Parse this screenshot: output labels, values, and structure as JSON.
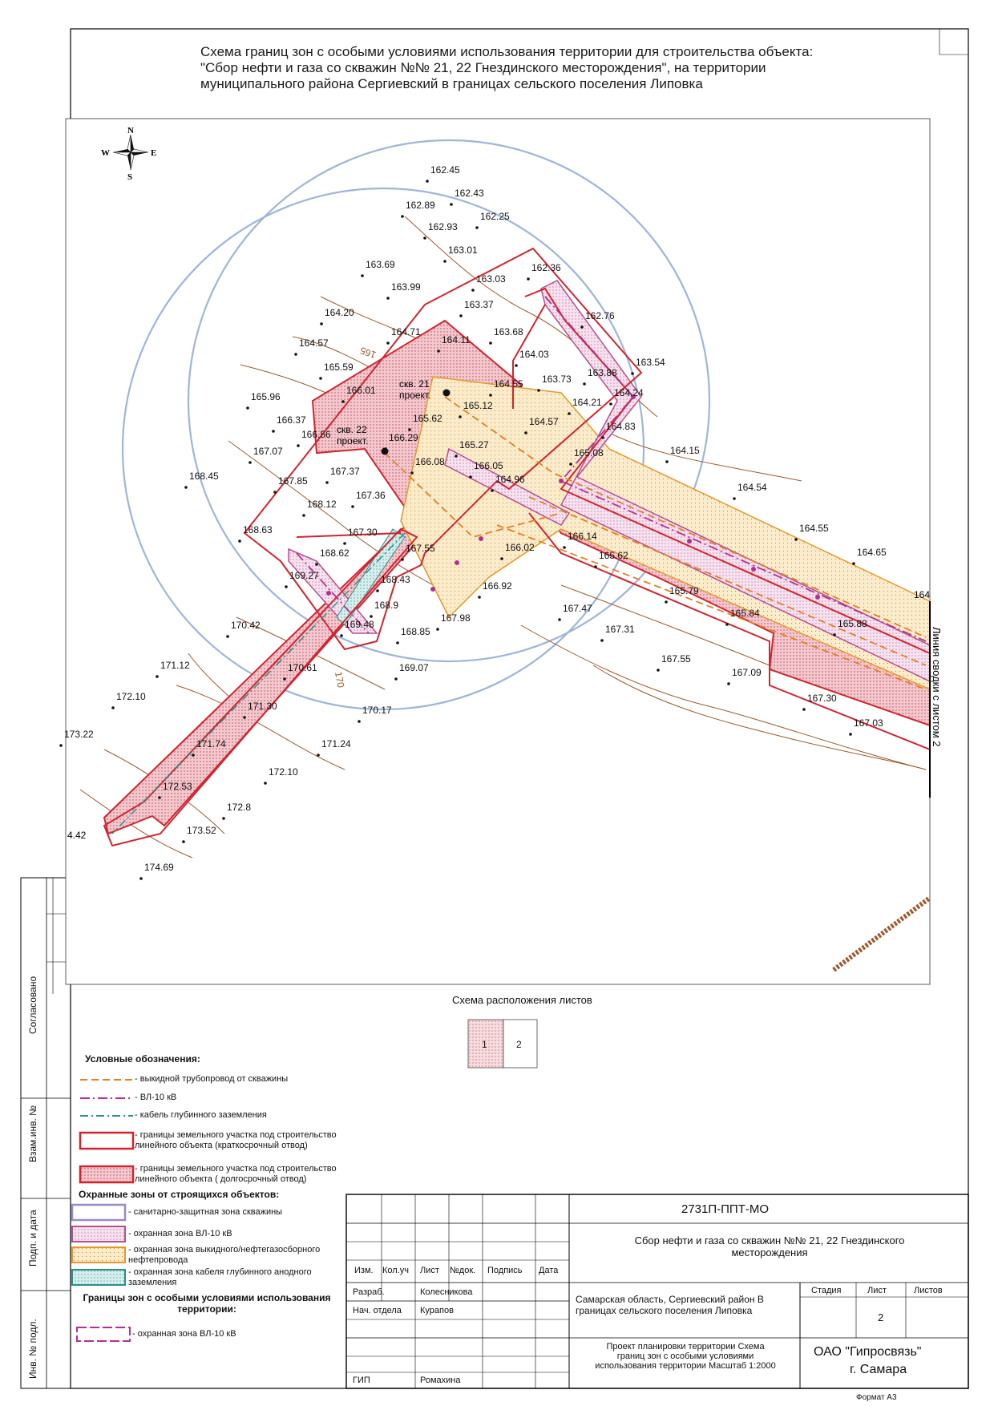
{
  "title": {
    "line1": "Схема границ зон с особыми условиями использования территории  для строительства объекта:",
    "line2": "\"Сбор нефти и газа со скважин №№ 21, 22 Гнездинского месторождения\", на территории",
    "line3": "муниципального района Сергиевский в границах сельского поселения Липовка"
  },
  "compass": {
    "n": "N",
    "s": "S",
    "w": "W",
    "e": "E"
  },
  "map": {
    "wells": [
      {
        "label1": "скв. 21",
        "label2": "проект."
      },
      {
        "label1": "скв. 22",
        "label2": "проект."
      }
    ],
    "contour_labels": [
      "165",
      "170"
    ],
    "edge_label_right": "164",
    "edge_label_left": "4.42",
    "seam_label": "Линия сводки с листом 2",
    "elevations": [
      "162.45",
      "162.43",
      "162.89",
      "162.25",
      "162.93",
      "163.01",
      "163.69",
      "163.03",
      "162.36",
      "163.99",
      "163.37",
      "164.20",
      "164.71",
      "164.11",
      "163.68",
      "162.76",
      "164.57",
      "164.03",
      "163.54",
      "165.59",
      "163.73",
      "163.88",
      "164.55",
      "164.24",
      "165.96",
      "166.01",
      "165.12",
      "164.21",
      "166.37",
      "165.62",
      "164.57",
      "164.83",
      "166.56",
      "166.29",
      "165.27",
      "167.07",
      "165.08",
      "164.15",
      "166.08",
      "167.37",
      "166.05",
      "164.96",
      "168.45",
      "167.85",
      "167.36",
      "164.54",
      "168.12",
      "168.63",
      "167.30",
      "166.14",
      "164.55",
      "164.65",
      "168.62",
      "167.55",
      "166.02",
      "165.62",
      "169.27",
      "168.43",
      "166.92",
      "165.79",
      "168.9",
      "167.47",
      "165.84",
      "170.42",
      "169.48",
      "167.98",
      "168.85",
      "167.31",
      "165.88",
      "171.12",
      "170.61",
      "169.07",
      "167.55",
      "167.09",
      "172.10",
      "171.30",
      "170.17",
      "167.30",
      "167.03",
      "173.22",
      "171.74",
      "171.24",
      "172.10",
      "172.53",
      "172.8",
      "173.52",
      "174.69"
    ]
  },
  "sheets": {
    "title": "Схема расположения листов",
    "s1": "1",
    "s2": "2"
  },
  "legend": {
    "title": "Условные обозначения:",
    "items": [
      "- выкидной трубопровод от скважины",
      "- ВЛ-10 кВ",
      "- кабель глубинного заземления",
      "- границы земельного участка под строительство линейного объекта (краткосрочный отвод)",
      "- границы земельного участка под строительство линейного объекта ( долгосрочный отвод)"
    ],
    "zones_title": "Охранные зоны от строящихся объектов:",
    "zones": [
      "- санитарно-защитная зона скважины",
      "- охранная зона ВЛ-10 кВ",
      "- охранная зона выкидного/нефтегазосборного нефтепровода",
      "- охранная зона кабеля глубинного анодного заземления"
    ],
    "special_title": "Границы зон с особыми условиями использования территории:",
    "special": [
      "- охранная зона ВЛ-10 кВ"
    ]
  },
  "side": {
    "agreed": "Согласовано",
    "inv_replace": "Взам.инв. №",
    "sign_date": "Подп. и дата",
    "inv_orig": "Инв. № подл."
  },
  "stamp": {
    "code": "2731П-ППТ-МО",
    "project": "Сбор нефти и газа со скважин №№ 21, 22 Гнездинского месторождения",
    "headers": [
      "Изм.",
      "Кол.уч",
      "Лист",
      "№док.",
      "Подпись",
      "Дата"
    ],
    "rows": [
      {
        "role": "Разраб.",
        "name": "Колесникова"
      },
      {
        "role": "Нач. отдела",
        "name": "Курапов"
      },
      {
        "role": "ГИП",
        "name": "Ромахина"
      }
    ],
    "location": "Самарская область, Сергиевский район В границах сельского поселения Липовка",
    "stage_h": "Стадия",
    "sheet_h": "Лист",
    "sheets_h": "Листов",
    "sheet_no": "2",
    "doc": "Проект планировки территории Схема границ зон с особыми условиями использования территории Масштаб 1:2000",
    "org": "ОАО \"Гипросвязь\"",
    "city": "г. Самара",
    "format": "Формат А3"
  }
}
